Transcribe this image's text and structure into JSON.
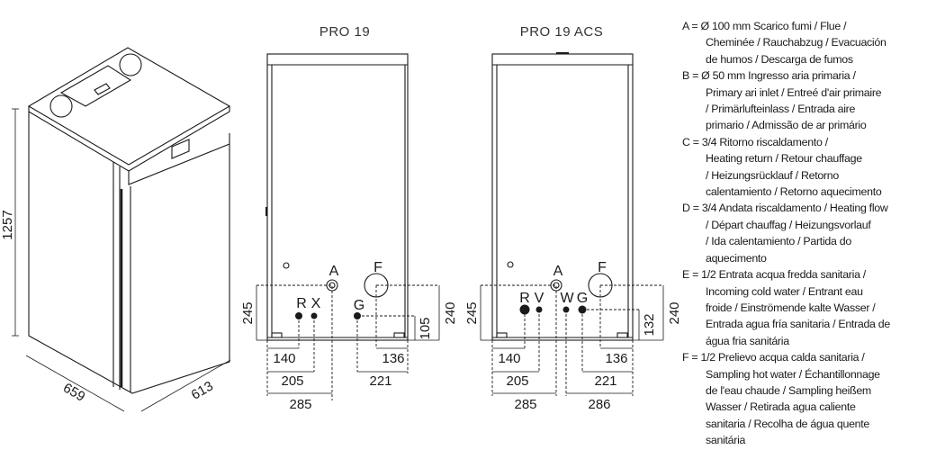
{
  "iso_view": {
    "height": "1257",
    "depth": "659",
    "width": "613"
  },
  "pro19": {
    "title": "PRO 19",
    "connections": {
      "A": "A",
      "F": "F",
      "R": "R",
      "X": "X",
      "G": "G"
    },
    "dims": {
      "h_left": "245",
      "h_right": "240",
      "h_g": "105",
      "d140": "140",
      "d205": "205",
      "d285": "285",
      "d136": "136",
      "d221": "221"
    }
  },
  "pro19acs": {
    "title": "PRO 19 ACS",
    "connections": {
      "A": "A",
      "F": "F",
      "R": "R",
      "V": "V",
      "W": "W",
      "G": "G"
    },
    "dims": {
      "h_left": "245",
      "h_right": "240",
      "h_g": "132",
      "d140": "140",
      "d205": "205",
      "d285": "285",
      "d136": "136",
      "d221": "221",
      "d286": "286"
    }
  },
  "legend": [
    {
      "lines": [
        "A = Ø 100 mm Scarico fumi / Flue /",
        "Cheminée / Rauchabzug / Evacuación",
        "de humos / Descarga de fumos"
      ]
    },
    {
      "lines": [
        "B = Ø 50 mm Ingresso aria primaria /",
        "Primary ari inlet / Entreé d'air primaire",
        "/ Primärlufteinlass / Entrada aire",
        "primario / Admissão de ar primário"
      ]
    },
    {
      "lines": [
        "C = 3/4 Ritorno riscaldamento /",
        "Heating return / Retour chauffage",
        "/ Heizungsrücklauf / Retorno",
        "calentamiento / Retorno aquecimento"
      ]
    },
    {
      "lines": [
        "D = 3/4 Andata riscaldamento / Heating flow",
        "/ Départ chauffag / Heizungsvorlauf",
        "/ Ida calentamiento / Partida do",
        "aquecimento"
      ]
    },
    {
      "lines": [
        "E = 1/2 Entrata acqua fredda sanitaria /",
        "Incoming cold water / Entrant eau",
        "froide / Einströmende kalte Wasser /",
        "Entrada agua fría sanitaria / Entrada de",
        "água fria sanitária"
      ]
    },
    {
      "lines": [
        "F = 1/2  Prelievo acqua calda sanitaria /",
        "Sampling hot water / Échantillonnage",
        "de l'eau chaude / Sampling heißem",
        "Wasser / Retirada agua caliente",
        "sanitaria / Recolha de água quente",
        "sanitária"
      ]
    }
  ]
}
